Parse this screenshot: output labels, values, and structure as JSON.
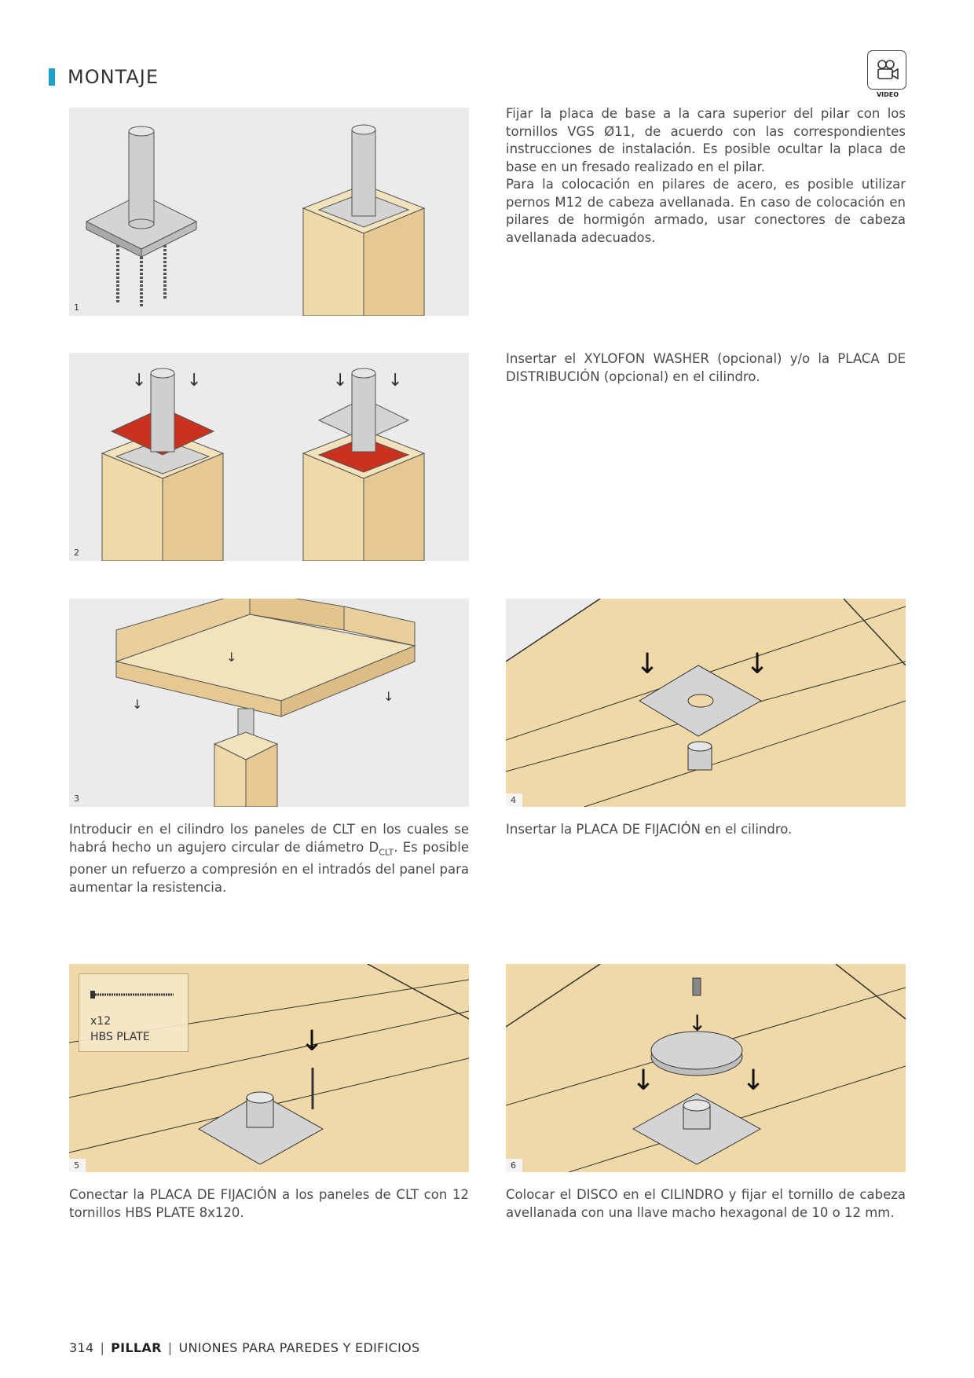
{
  "header": {
    "section_title": "MONTAJE",
    "video_label": "VIDEO",
    "accent_color": "#1fa3c4"
  },
  "steps": [
    {
      "number": "1"
    },
    {
      "number": "2"
    },
    {
      "number": "3"
    },
    {
      "number": "4"
    },
    {
      "number": "5",
      "legend": {
        "qty": "x12",
        "name": "HBS PLATE"
      }
    },
    {
      "number": "6"
    }
  ],
  "text": {
    "step1_p1": "Fijar la placa de base a la cara superior del pilar con los tornillos VGS Ø11, de acuerdo con las correspondientes instrucciones de instalación. Es posible ocultar la placa de base en un fresado realizado en el pilar.",
    "step1_p2": "Para la colocación en pilares de acero, es posible utilizar pernos M12 de cabeza avellanada. En caso de colocación en pilares de hormigón armado, usar conectores de cabeza avellanada adecuados.",
    "step2": "Insertar el XYLOFON WASHER (opcional) y/o la PLACA DE DISTRIBUCIÓN (opcional) en el cilindro.",
    "step3_a": "Introducir en el cilindro los paneles de CLT en los cuales se habrá hecho un agujero circular de diámetro D",
    "step3_sub": "CLT",
    "step3_b": ". Es posible poner un refuerzo a compresión en el intradós del panel para aumentar la resistencia.",
    "step4": "Insertar la PLACA DE FIJACIÓN en el cilindro.",
    "step5": "Conectar la PLACA DE FIJACIÓN a los paneles de CLT con 12 tornillos HBS PLATE 8x120.",
    "step6": "Colocar el DISCO en el CILINDRO y fijar el tornillo de cabeza avellanada con una llave macho hexagonal de 10 o 12 mm."
  },
  "footer": {
    "page": "314",
    "product": "PILLAR",
    "category": "UNIONES PARA PAREDES Y EDIFICIOS"
  },
  "colors": {
    "wood": "#f0d9a8",
    "wood_dark": "#e2c48c",
    "steel": "#c9c9c9",
    "xylofon_red": "#c8321f",
    "panel_bg": "#ebebeb"
  }
}
